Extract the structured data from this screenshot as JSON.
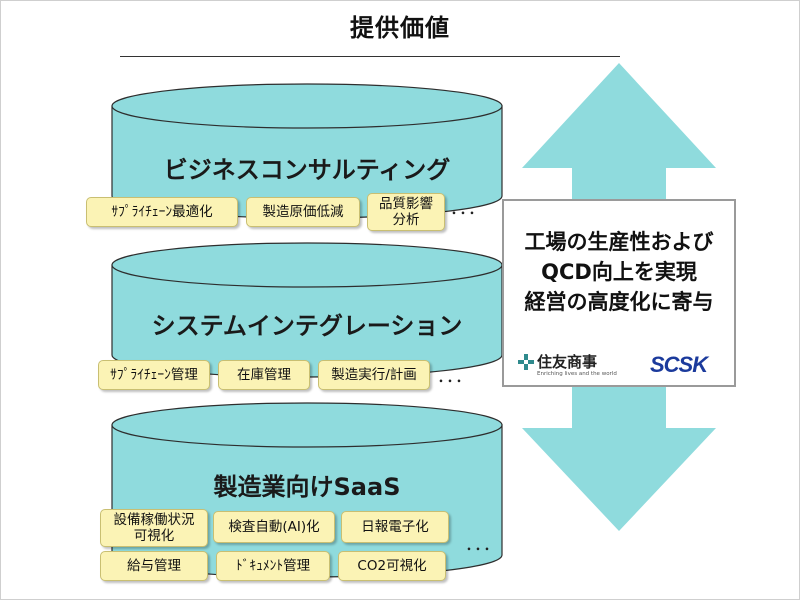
{
  "title": "提供価値",
  "layers": [
    {
      "label": "ビジネスコンサルティング",
      "tags": [
        "ｻﾌﾟﾗｲﾁｪｰﾝ最適化",
        "製造原価低減",
        "品質影響\n分析"
      ],
      "more": "･･･"
    },
    {
      "label": "システムインテグレーション",
      "tags": [
        "ｻﾌﾟﾗｲﾁｪｰﾝ管理",
        "在庫管理",
        "製造実行/計画"
      ],
      "more": "･･･"
    },
    {
      "label": "製造業向けSaaS",
      "tags": [
        "設備稼働状況\n可視化",
        "検査自動(AI)化",
        "日報電子化",
        "給与管理",
        "ﾄﾞｷｭﾒﾝﾄ管理",
        "CO2可視化"
      ],
      "more": "･･･"
    }
  ],
  "value_box": {
    "lines": [
      "工場の生産性および",
      "QCD向上を実現",
      "経営の高度化に寄与"
    ],
    "logos": {
      "sumitomo_name": "住友商事",
      "sumitomo_tagline": "Enriching lives and the world",
      "scsk": "SCSK"
    }
  },
  "colors": {
    "cylinder_fill": "#8fdbdd",
    "cylinder_stroke": "#2e2e2e",
    "arrow_fill": "#8fdbdd",
    "tag_fill": "#fbf3b5",
    "scsk_blue": "#1b3a9c"
  }
}
